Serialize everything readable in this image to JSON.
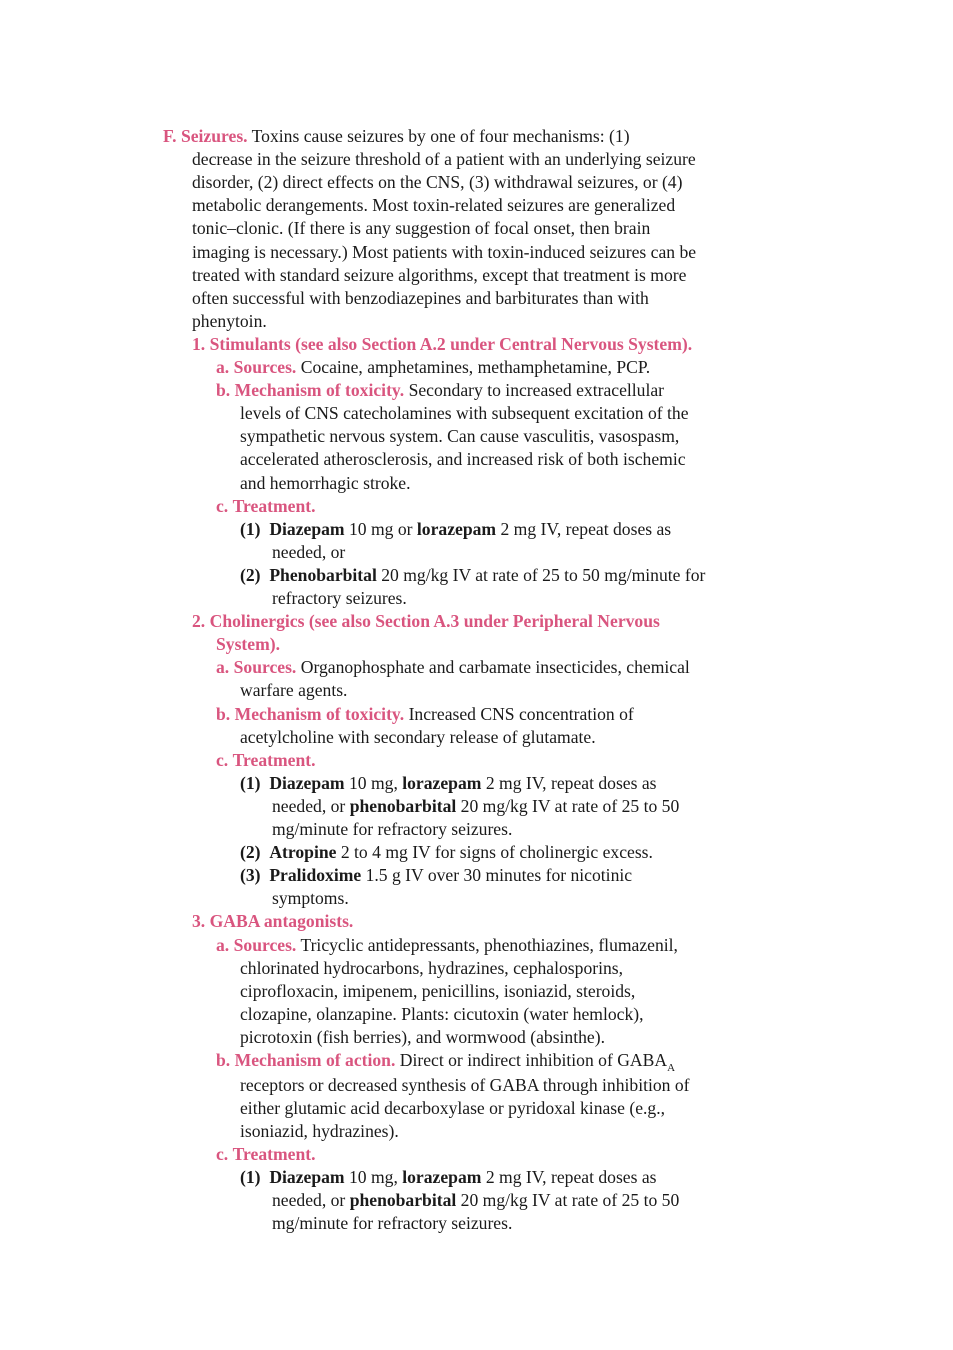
{
  "F": {
    "marker": "F.",
    "heading": "Seizures.",
    "lines": [
      "Toxins cause seizures by one of four mechanisms: (1)",
      "decrease in the seizure threshold of a patient with an underlying seizure",
      "disorder, (2) direct effects on the CNS, (3) withdrawal seizures, or (4)",
      "metabolic derangements. Most toxin-related seizures are generalized",
      "tonic–clonic. (If there is any suggestion of focal onset, then brain",
      "imaging is necessary.) Most patients with toxin-induced seizures can be",
      "treated with standard seizure algorithms, except that treatment is more",
      "often successful with benzodiazepines and barbiturates than with",
      "phenytoin."
    ]
  },
  "s1": {
    "marker": "1.",
    "heading": "Stimulants (see also Section A.2 under Central Nervous System).",
    "a": {
      "marker": "a.",
      "label": "Sources.",
      "lines": [
        "Cocaine, amphetamines, methamphetamine, PCP."
      ]
    },
    "b": {
      "marker": "b.",
      "label": "Mechanism of toxicity.",
      "lines": [
        "Secondary to increased extracellular",
        "levels of CNS catecholamines with subsequent excitation of the",
        "sympathetic nervous system. Can cause vasculitis, vasospasm,",
        "accelerated atherosclerosis, and increased risk of both ischemic",
        "and hemorrhagic stroke."
      ]
    },
    "c": {
      "marker": "c.",
      "label": "Treatment.",
      "i1": {
        "num": "(1)",
        "drug": "Diazepam",
        "t1": "10 mg or",
        "drug2": "lorazepam",
        "t2": "2 mg IV, repeat doses as",
        "cont": "needed, or"
      },
      "i2": {
        "num": "(2)",
        "drug": "Phenobarbital",
        "t1": "20 mg/kg IV at rate of 25 to 50 mg/minute for",
        "cont": "refractory seizures."
      }
    }
  },
  "s2": {
    "marker": "2.",
    "heading1": "Cholinergics (see also Section A.3 under Peripheral Nervous",
    "heading2": "System).",
    "a": {
      "marker": "a.",
      "label": "Sources.",
      "lines": [
        "Organophosphate and carbamate insecticides, chemical",
        "warfare agents."
      ]
    },
    "b": {
      "marker": "b.",
      "label": "Mechanism of toxicity.",
      "lines": [
        "Increased CNS concentration of",
        "acetylcholine with secondary release of glutamate."
      ]
    },
    "c": {
      "marker": "c.",
      "label": "Treatment.",
      "i1": {
        "num": "(1)",
        "drug": "Diazepam",
        "t1": "10 mg,",
        "drug2": "lorazepam",
        "t2": "2 mg IV, repeat doses as",
        "c1a": "needed, or",
        "drug3": "phenobarbital",
        "c1b": "20 mg/kg IV at rate of 25 to 50",
        "c2": "mg/minute for refractory seizures."
      },
      "i2": {
        "num": "(2)",
        "drug": "Atropine",
        "t1": "2 to 4 mg IV for signs of cholinergic excess."
      },
      "i3": {
        "num": "(3)",
        "drug": "Pralidoxime",
        "t1": "1.5 g IV over 30 minutes for nicotinic",
        "cont": "symptoms."
      }
    }
  },
  "s3": {
    "marker": "3.",
    "heading": "GABA antagonists.",
    "a": {
      "marker": "a.",
      "label": "Sources.",
      "lines": [
        "Tricyclic antidepressants, phenothiazines, flumazenil,",
        "chlorinated hydrocarbons, hydrazines, cephalosporins,",
        "ciprofloxacin, imipenem, penicillins, isoniazid, steroids,",
        "clozapine, olanzapine. Plants: cicutoxin (water hemlock),",
        "picrotoxin (fish berries), and wormwood (absinthe)."
      ]
    },
    "b": {
      "marker": "b.",
      "label": "Mechanism of action.",
      "first": "Direct or indirect inhibition of GABA",
      "sub": "A",
      "lines": [
        "receptors or decreased synthesis of GABA through inhibition of",
        "either glutamic acid decarboxylase or pyridoxal kinase (e.g.,",
        "isoniazid, hydrazines)."
      ]
    },
    "c": {
      "marker": "c.",
      "label": "Treatment.",
      "i1": {
        "num": "(1)",
        "drug": "Diazepam",
        "t1": "10 mg,",
        "drug2": "lorazepam",
        "t2": "2 mg IV, repeat doses as",
        "c1a": "needed, or",
        "drug3": "phenobarbital",
        "c1b": "20 mg/kg IV at rate of 25 to 50",
        "c2": "mg/minute for refractory seizures."
      }
    }
  }
}
